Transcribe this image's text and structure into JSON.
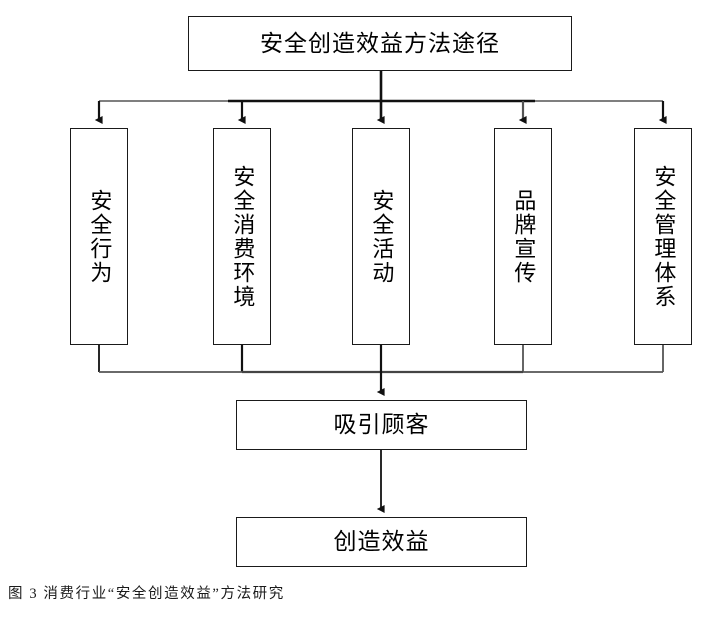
{
  "diagram": {
    "title_node": {
      "label": "安全创造效益方法途径"
    },
    "branches": [
      {
        "label": "安全行为"
      },
      {
        "label": "安全消费环境"
      },
      {
        "label": "安全活动"
      },
      {
        "label": "品牌宣传"
      },
      {
        "label": "安全管理体系"
      }
    ],
    "result_nodes": [
      {
        "label": "吸引顾客"
      },
      {
        "label": "创造效益"
      }
    ],
    "caption": "图 3 消费行业“安全创造效益”方法研究",
    "colors": {
      "background": "#ffffff",
      "stroke": "#1a1a1a",
      "text": "#000000",
      "connector": "#555555"
    }
  }
}
